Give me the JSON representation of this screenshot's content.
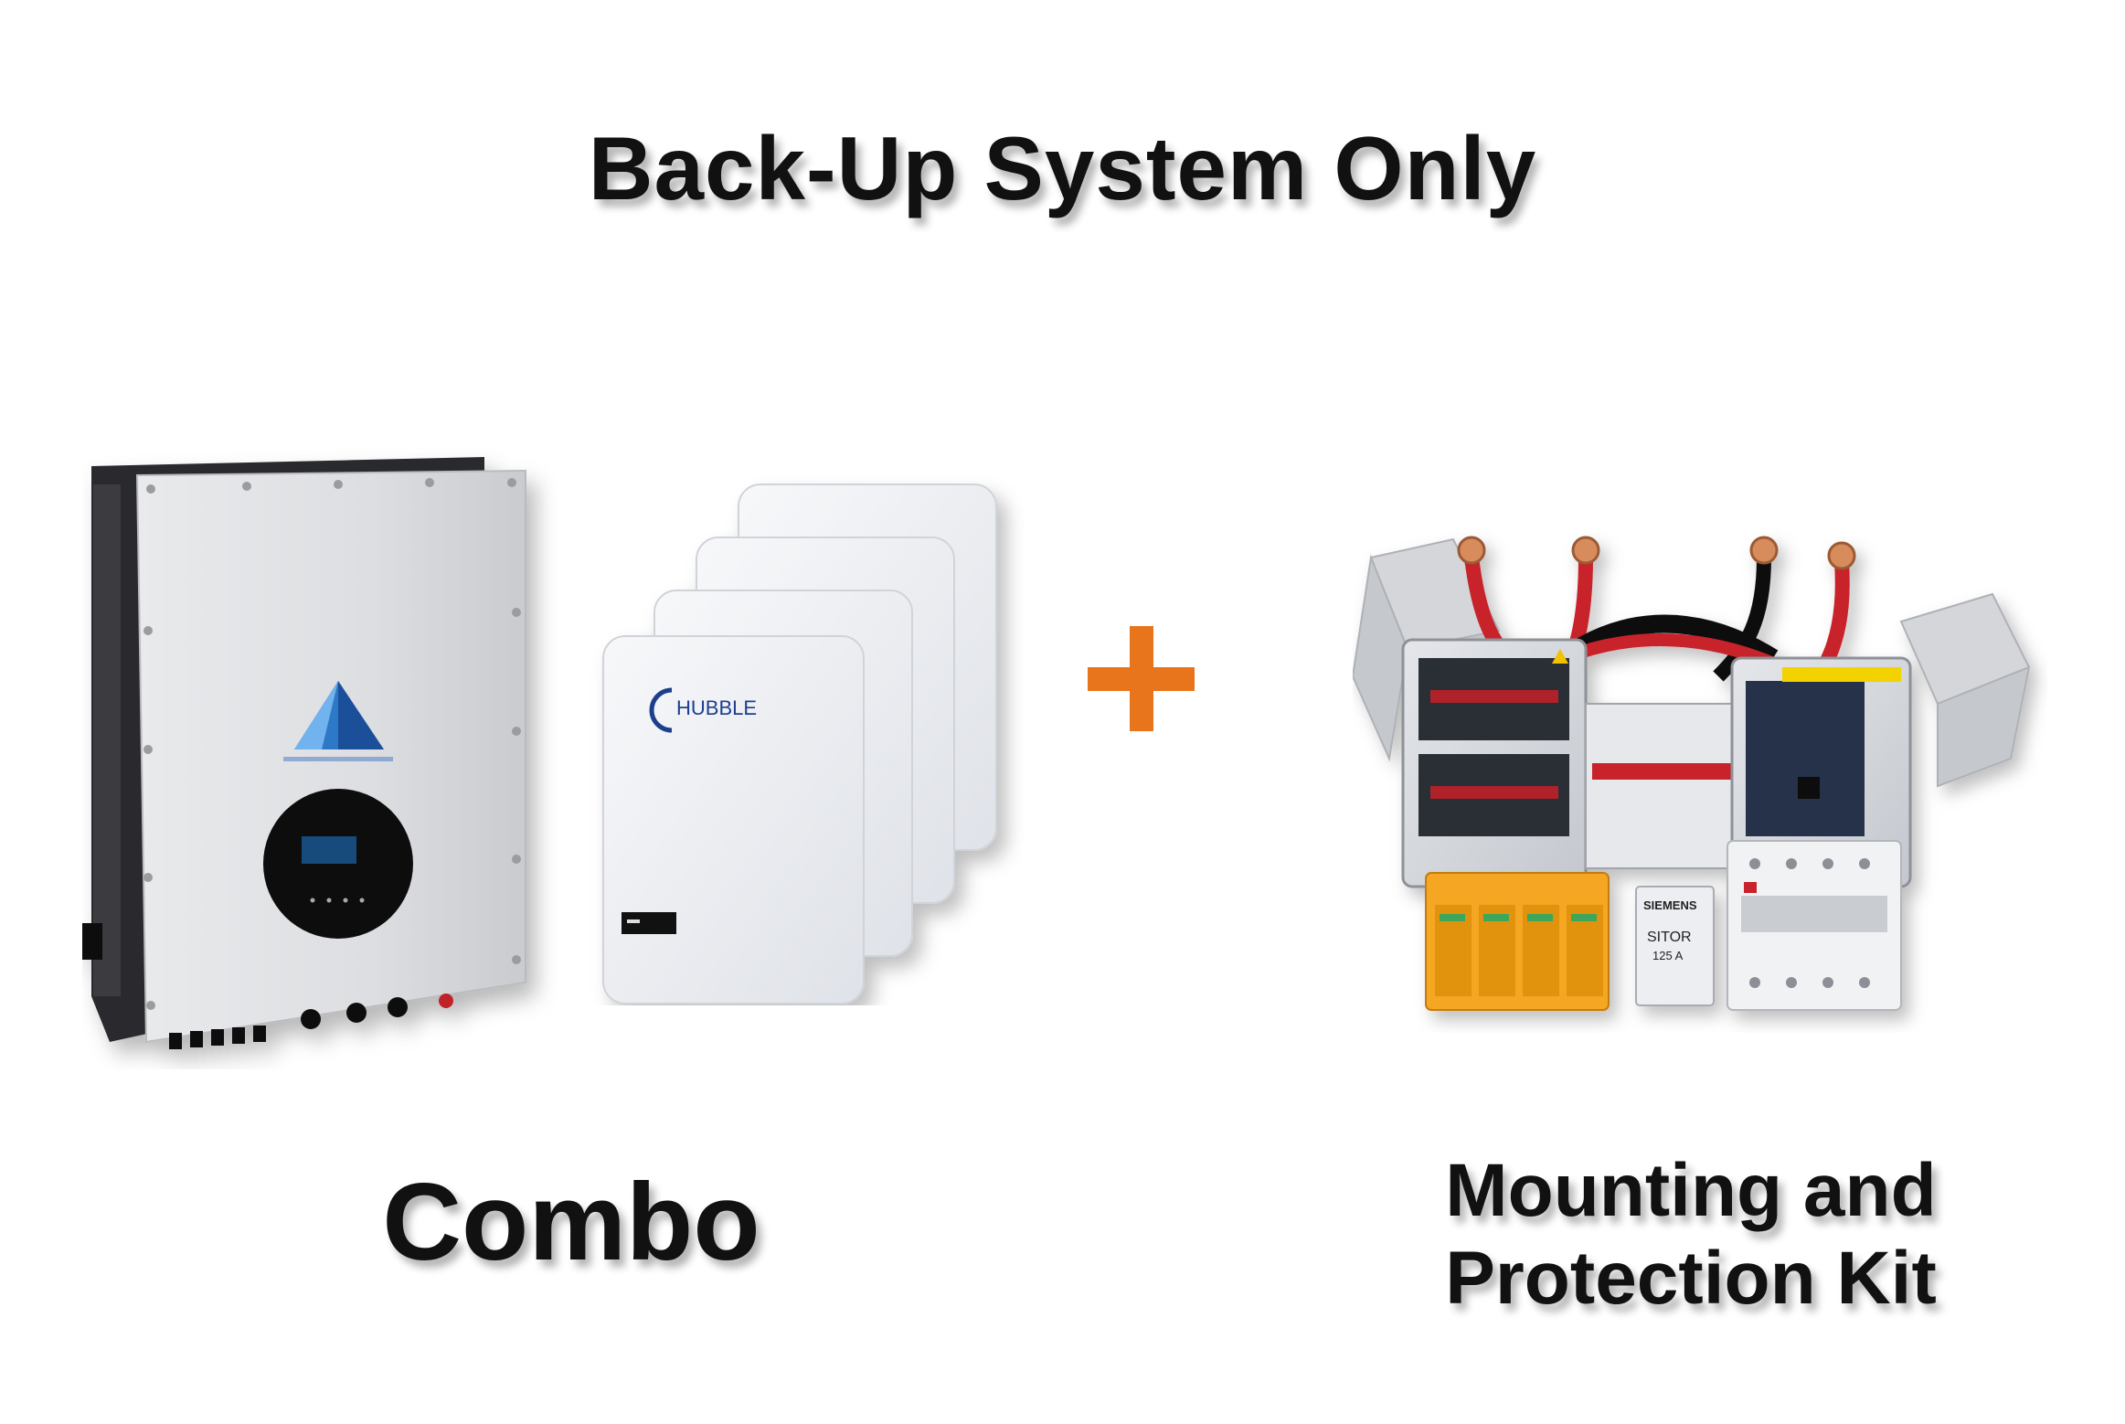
{
  "title": "Back-Up System Only",
  "left_product": {
    "label": "Combo",
    "inverter_icon": "inverter-icon",
    "battery_icon": "battery-stack-icon",
    "battery_brand": "HUBBLE"
  },
  "operator": {
    "symbol": "+",
    "color": "#E8741C"
  },
  "right_product": {
    "label_line1": "Mounting and",
    "label_line2": "Protection Kit",
    "kit_icon": "protection-kit-icon",
    "fuse_text_1": "SIEMENS",
    "fuse_text_2": "SITOR",
    "fuse_text_3": "125 A"
  }
}
